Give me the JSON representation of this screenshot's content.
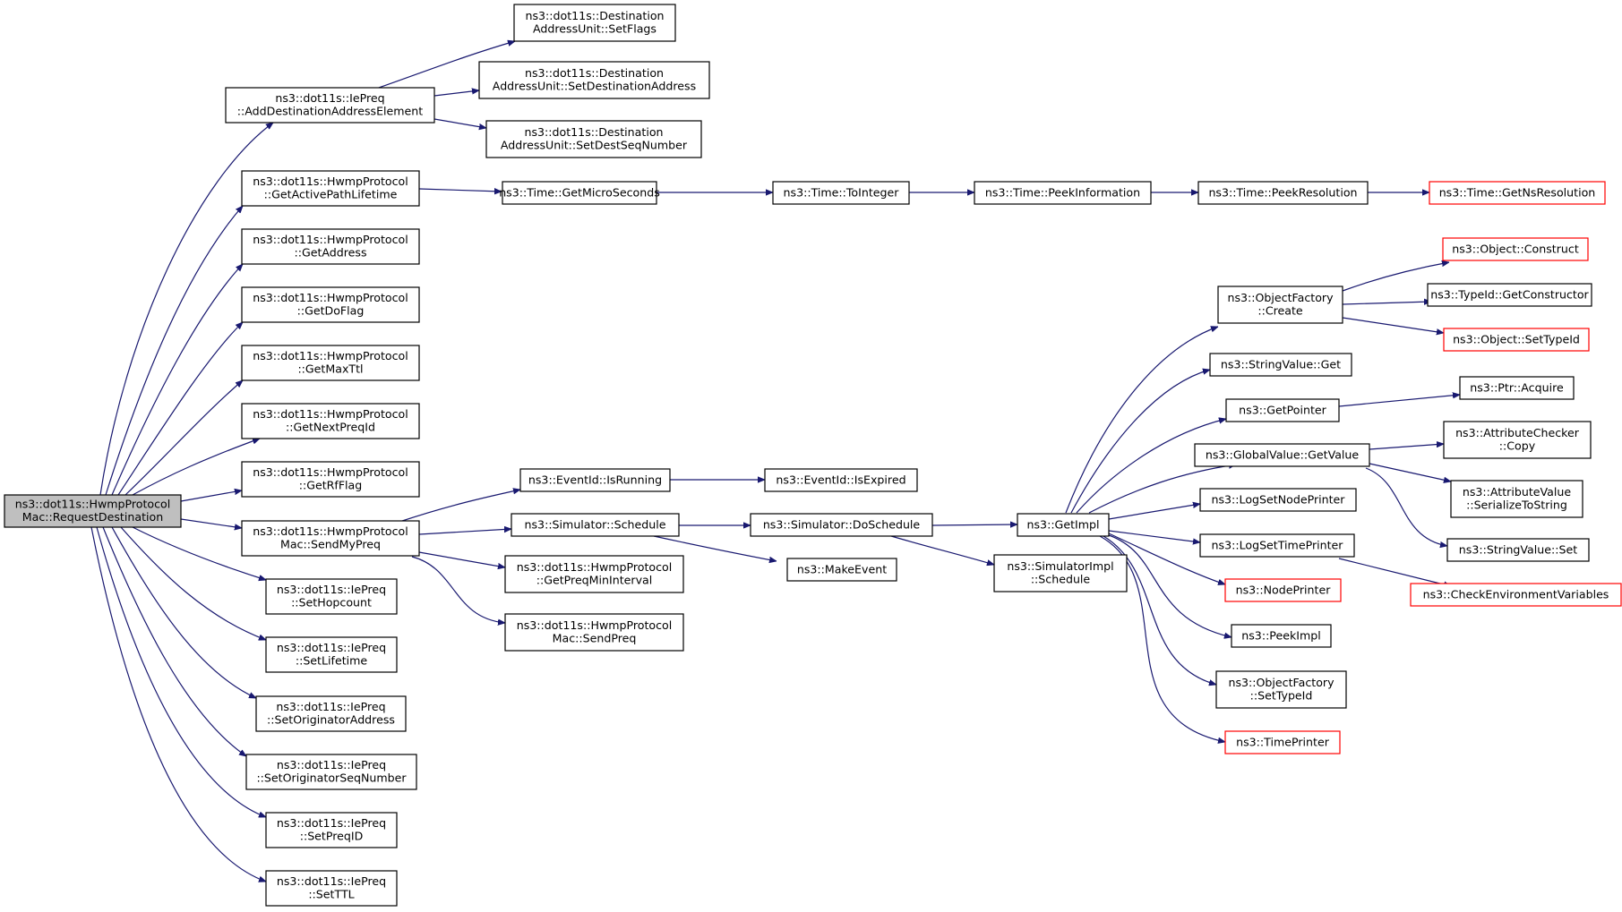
{
  "colors": {
    "edge": "#191970",
    "node_border": "#000000",
    "truncated_border": "#ff0000",
    "root_fill": "#bfbfbf",
    "node_fill": "#ffffff"
  },
  "nodes": {
    "n0": [
      "ns3::dot11s::HwmpProtocol",
      "Mac::RequestDestination"
    ],
    "n1": [
      "ns3::dot11s::IePreq",
      "::AddDestinationAddressElement"
    ],
    "n2": [
      "ns3::dot11s::HwmpProtocol",
      "::GetActivePathLifetime"
    ],
    "n3": [
      "ns3::dot11s::HwmpProtocol",
      "::GetAddress"
    ],
    "n4": [
      "ns3::dot11s::HwmpProtocol",
      "::GetDoFlag"
    ],
    "n5": [
      "ns3::dot11s::HwmpProtocol",
      "::GetMaxTtl"
    ],
    "n6": [
      "ns3::dot11s::HwmpProtocol",
      "::GetNextPreqId"
    ],
    "n7": [
      "ns3::dot11s::HwmpProtocol",
      "::GetRfFlag"
    ],
    "n8": [
      "ns3::dot11s::HwmpProtocol",
      "Mac::SendMyPreq"
    ],
    "n9": [
      "ns3::dot11s::IePreq",
      "::SetHopcount"
    ],
    "n10": [
      "ns3::dot11s::IePreq",
      "::SetLifetime"
    ],
    "n11": [
      "ns3::dot11s::IePreq",
      "::SetOriginatorAddress"
    ],
    "n12": [
      "ns3::dot11s::IePreq",
      "::SetOriginatorSeqNumber"
    ],
    "n13": [
      "ns3::dot11s::IePreq",
      "::SetPreqID"
    ],
    "n14": [
      "ns3::dot11s::IePreq",
      "::SetTTL"
    ],
    "n15": [
      "ns3::dot11s::Destination",
      "AddressUnit::SetFlags"
    ],
    "n16": [
      "ns3::dot11s::Destination",
      "AddressUnit::SetDestinationAddress"
    ],
    "n17": [
      "ns3::dot11s::Destination",
      "AddressUnit::SetDestSeqNumber"
    ],
    "n18": [
      "ns3::Time::GetMicroSeconds"
    ],
    "n19": [
      "ns3::Time::ToInteger"
    ],
    "n20": [
      "ns3::Time::PeekInformation"
    ],
    "n21": [
      "ns3::Time::PeekResolution"
    ],
    "n22": [
      "ns3::Time::GetNsResolution"
    ],
    "n23": [
      "ns3::EventId::IsRunning"
    ],
    "n24": [
      "ns3::EventId::IsExpired"
    ],
    "n25": [
      "ns3::Simulator::Schedule"
    ],
    "n26": [
      "ns3::Simulator::DoSchedule"
    ],
    "n27": [
      "ns3::dot11s::HwmpProtocol",
      "::GetPreqMinInterval"
    ],
    "n28": [
      "ns3::dot11s::HwmpProtocol",
      "Mac::SendPreq"
    ],
    "n29": [
      "ns3::MakeEvent"
    ],
    "n30": [
      "ns3::GetImpl"
    ],
    "n31": [
      "ns3::SimulatorImpl",
      "::Schedule"
    ],
    "n32": [
      "ns3::ObjectFactory",
      "::Create"
    ],
    "n33": [
      "ns3::StringValue::Get"
    ],
    "n34": [
      "ns3::GetPointer"
    ],
    "n35": [
      "ns3::GlobalValue::GetValue"
    ],
    "n36": [
      "ns3::LogSetNodePrinter"
    ],
    "n37": [
      "ns3::LogSetTimePrinter"
    ],
    "n38": [
      "ns3::NodePrinter"
    ],
    "n39": [
      "ns3::PeekImpl"
    ],
    "n40": [
      "ns3::ObjectFactory",
      "::SetTypeId"
    ],
    "n41": [
      "ns3::TimePrinter"
    ],
    "n42": [
      "ns3::Object::Construct"
    ],
    "n43": [
      "ns3::TypeId::GetConstructor"
    ],
    "n44": [
      "ns3::Object::SetTypeId"
    ],
    "n45": [
      "ns3::Ptr::Acquire"
    ],
    "n46": [
      "ns3::AttributeChecker",
      "::Copy"
    ],
    "n47": [
      "ns3::AttributeValue",
      "::SerializeToString"
    ],
    "n48": [
      "ns3::StringValue::Set"
    ],
    "n49": [
      "ns3::CheckEnvironmentVariables"
    ]
  }
}
